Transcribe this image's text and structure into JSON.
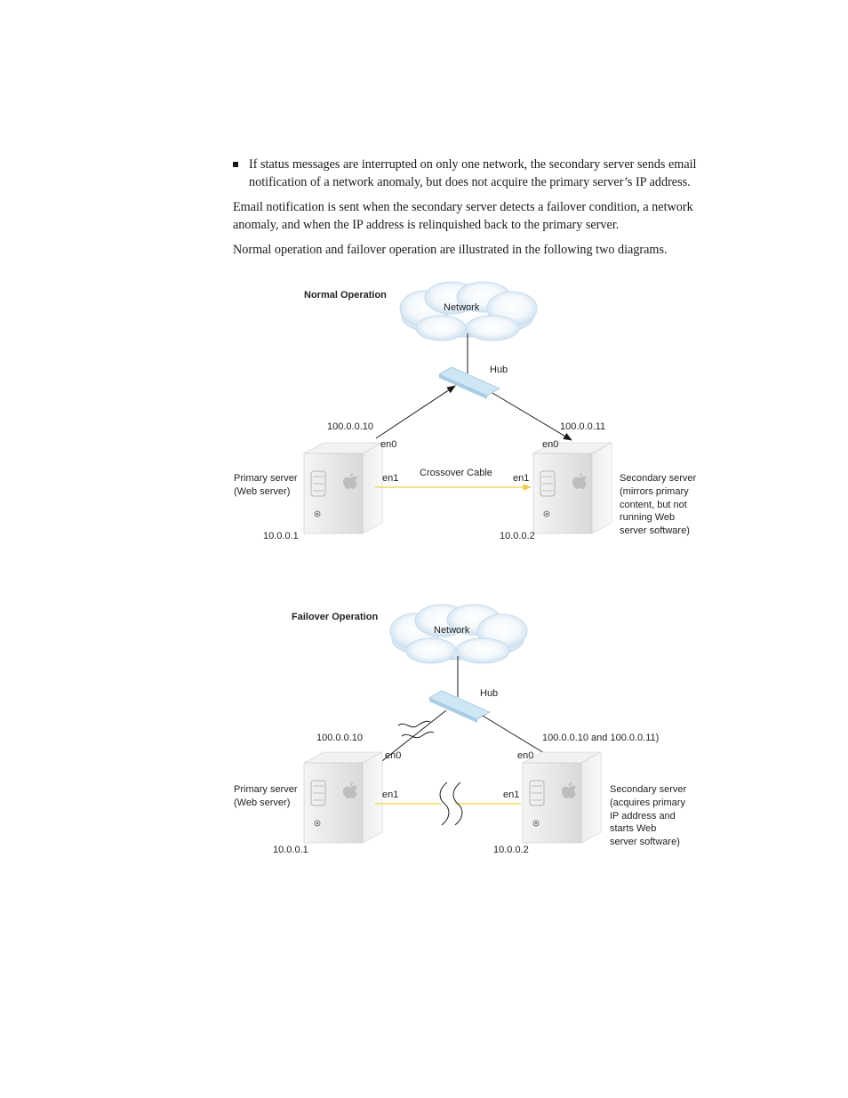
{
  "text": {
    "bullet": "If status messages are interrupted on only one network, the secondary server sends email notification of a network anomaly, but does not acquire the primary server’s IP address.",
    "para1": "Email notification is sent when the secondary server detects a failover condition, a network anomaly, and when the IP address is relinquished back to the primary server.",
    "para2": "Normal operation and failover operation are illustrated in the following two diagrams."
  },
  "normal": {
    "title": "Normal Operation",
    "network": "Network",
    "hub": "Hub",
    "left_ip": "100.0.0.10",
    "right_ip": "100.0.0.11",
    "left_en0": "en0",
    "right_en0": "en0",
    "left_en1": "en1",
    "right_en1": "en1",
    "cable": "Crossover Cable",
    "primary_label": "Primary server\n(Web server)",
    "secondary_label": "Secondary server\n(mirrors primary\ncontent, but not\nrunning Web\nserver software)",
    "left_local_ip": "10.0.0.1",
    "right_local_ip": "10.0.0.2"
  },
  "failover": {
    "title": "Failover Operation",
    "network": "Network",
    "hub": "Hub",
    "left_ip": "100.0.0.10",
    "right_ip": "100.0.0.10 and 100.0.0.11)",
    "left_en0": "en0",
    "right_en0": "en0",
    "left_en1": "en1",
    "right_en1": "en1",
    "primary_label": "Primary server\n(Web server)",
    "secondary_label": "Secondary server\n(acquires primary\nIP address and\nstarts Web\nserver software)",
    "left_local_ip": "10.0.0.1",
    "right_local_ip": "10.0.0.2"
  },
  "colors": {
    "cloud": "#d6e6f2",
    "hub": "#c9e2f2",
    "crossover": "#f2d24a",
    "line": "#1a1a1a"
  }
}
